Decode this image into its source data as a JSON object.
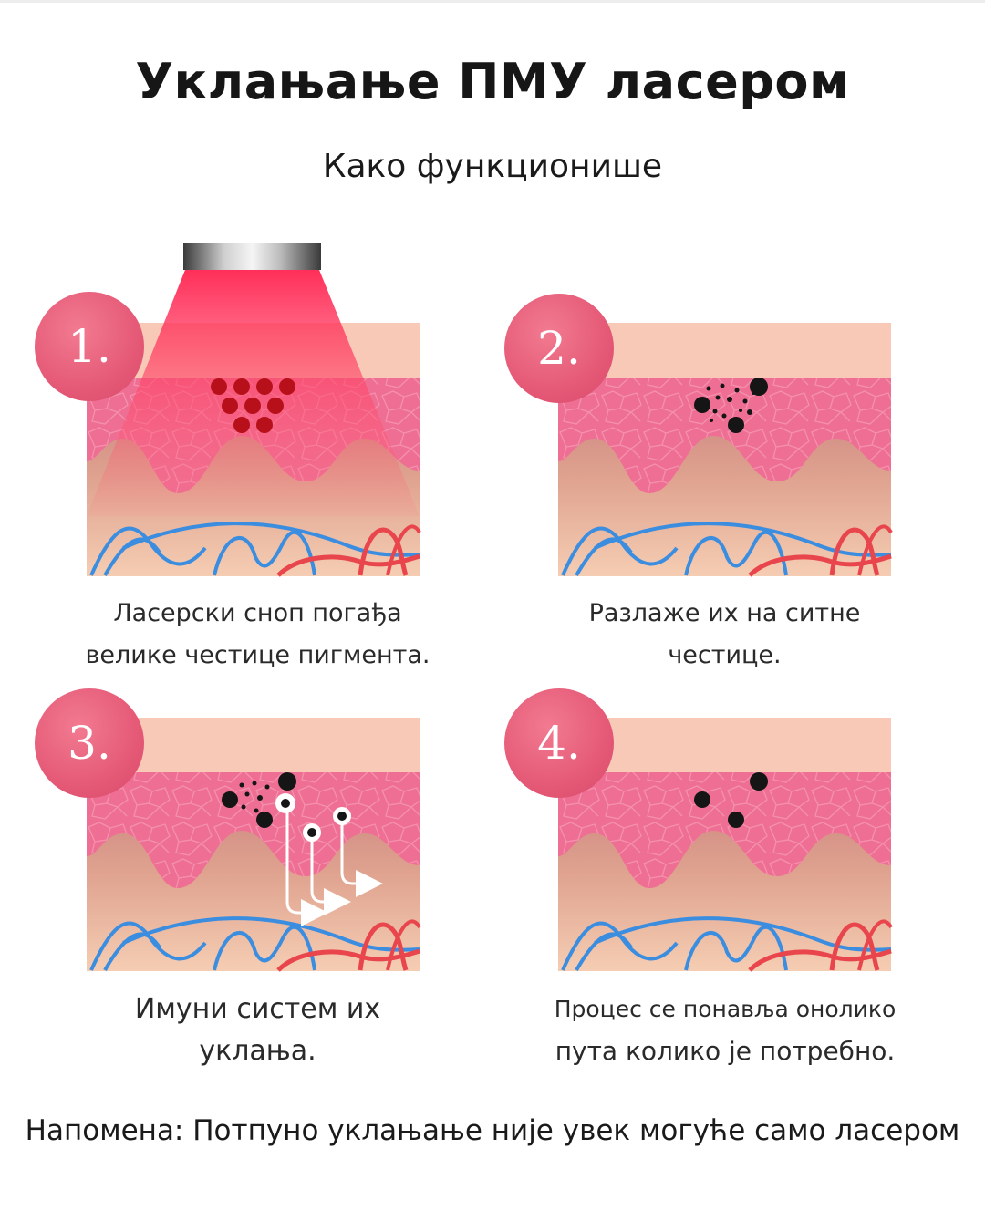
{
  "header": {
    "title": "Уклањање ПМУ ласером",
    "subtitle": "Како функционише"
  },
  "steps": [
    {
      "number": "1.",
      "caption_line1": "Ласерски сноп погађа",
      "caption_line2": "велике честице пигмента."
    },
    {
      "number": "2.",
      "caption_line1": "Разлаже их на ситне",
      "caption_line2": "честице."
    },
    {
      "number": "3.",
      "caption_line1": "Имуни систем их",
      "caption_line2": "уклања."
    },
    {
      "number": "4.",
      "caption_line1": "Процес се понавља онолико",
      "caption_line2": "пута колико је потребно."
    }
  ],
  "footer": {
    "note": "Напомена: Потпуно уклањање није увек могуће само ласером"
  },
  "colors": {
    "badge": "#e55a77",
    "epidermis": "#f8c9b6",
    "dermis": "#ee6f93",
    "laser": "#ff2d55",
    "pigment_large": "#b8101a",
    "pigment_dark": "#151515",
    "vein": "#3b8de0",
    "artery": "#e8454d"
  }
}
